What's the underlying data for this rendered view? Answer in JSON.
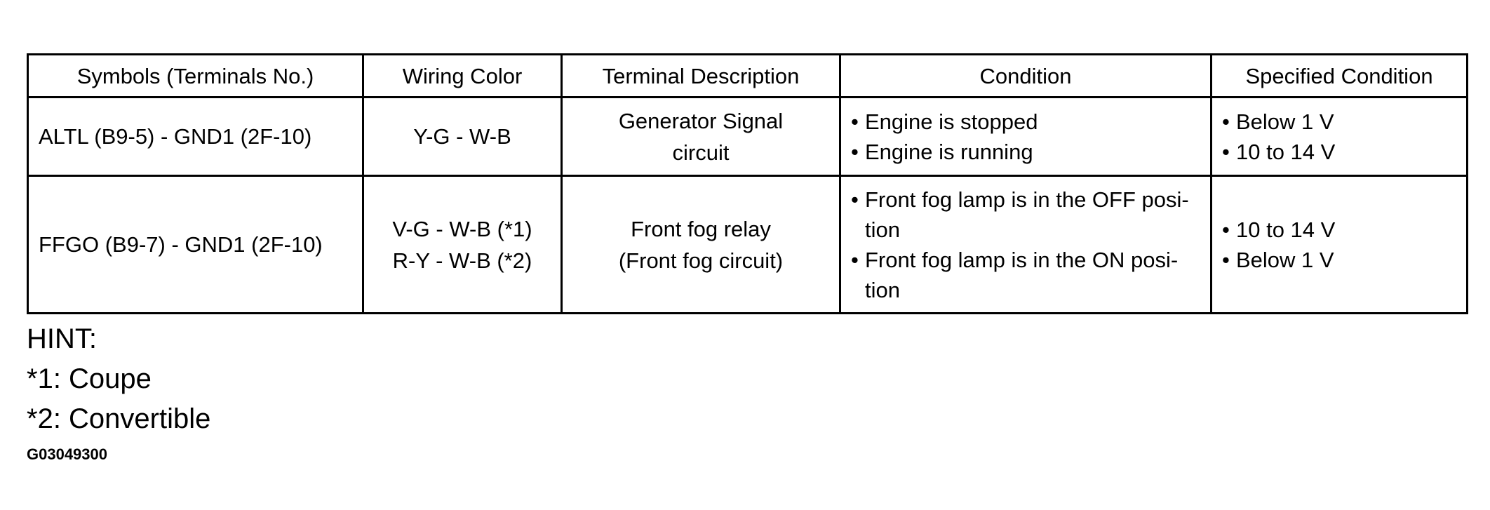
{
  "table": {
    "headers": [
      "Symbols (Terminals No.)",
      "Wiring Color",
      "Terminal Description",
      "Condition",
      "Specified Condition"
    ],
    "rows": [
      {
        "symbol": "ALTL (B9-5) - GND1 (2F-10)",
        "wiring": [
          "Y-G  -  W-B"
        ],
        "description": [
          "Generator Signal",
          "circuit"
        ],
        "conditions": [
          "Engine is stopped",
          "Engine is running"
        ],
        "specified": [
          "Below 1 V",
          "10 to 14 V"
        ]
      },
      {
        "symbol": "FFGO (B9-7) - GND1 (2F-10)",
        "wiring": [
          "V-G  -  W-B  (*1)",
          "R-Y  -  W-B  (*2)"
        ],
        "description": [
          "Front fog relay",
          "(Front fog circuit)"
        ],
        "conditions": [
          "Front fog lamp is in the OFF posi-tion",
          "Front fog lamp is in the ON posi-tion"
        ],
        "specified": [
          "10 to 14 V",
          "Below 1 V"
        ]
      }
    ]
  },
  "hint": {
    "title": "HINT:",
    "notes": [
      "*1: Coupe",
      "*2: Convertible"
    ]
  },
  "figure_code": "G03049300",
  "icons": {
    "bullet": "•"
  }
}
